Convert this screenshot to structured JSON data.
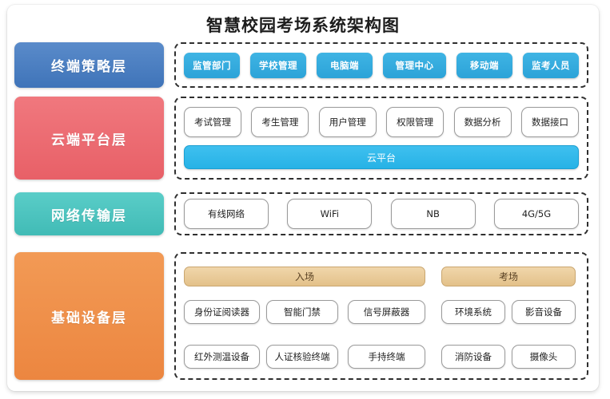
{
  "title": "智慧校园考场系统架构图",
  "colors": {
    "terminal_layer": "#4a7fc1",
    "cloud_layer": "#ec6c72",
    "network_layer": "#4cc4bf",
    "infra_layer": "#ef8f47",
    "chip_blue": "#35aade",
    "cloud_bar": "#2fb6e8",
    "group_bar": "#e9cb9c",
    "background": "#ffffff",
    "dashed_border": "#2f2f2f"
  },
  "layers": [
    {
      "id": "terminal",
      "label": "终端策略层",
      "chips": [
        {
          "label": "监管部门"
        },
        {
          "label": "学校管理"
        },
        {
          "label": "电脑端"
        },
        {
          "label": "管理中心"
        },
        {
          "label": "移动端"
        },
        {
          "label": "监考人员"
        }
      ]
    },
    {
      "id": "cloud",
      "label": "云端平台层",
      "chips": [
        {
          "label": "考试管理"
        },
        {
          "label": "考生管理"
        },
        {
          "label": "用户管理"
        },
        {
          "label": "权限管理"
        },
        {
          "label": "数据分析"
        },
        {
          "label": "数据接口"
        }
      ],
      "platform_bar": "云平台"
    },
    {
      "id": "network",
      "label": "网络传输层",
      "chips": [
        {
          "label": "有线网络"
        },
        {
          "label": "WiFi"
        },
        {
          "label": "NB"
        },
        {
          "label": "4G/5G"
        }
      ]
    },
    {
      "id": "infrastructure",
      "label": "基础设备层",
      "groups": [
        {
          "label": "入场"
        },
        {
          "label": "考场"
        }
      ],
      "devices_row1": [
        {
          "label": "身份证阅读器"
        },
        {
          "label": "智能门禁"
        },
        {
          "label": "信号屏蔽器"
        },
        {
          "label": "环境系统"
        },
        {
          "label": "影音设备"
        }
      ],
      "devices_row2": [
        {
          "label": "红外测温设备"
        },
        {
          "label": "人证核验终端"
        },
        {
          "label": "手持终端"
        },
        {
          "label": "消防设备"
        },
        {
          "label": "摄像头"
        }
      ]
    }
  ]
}
